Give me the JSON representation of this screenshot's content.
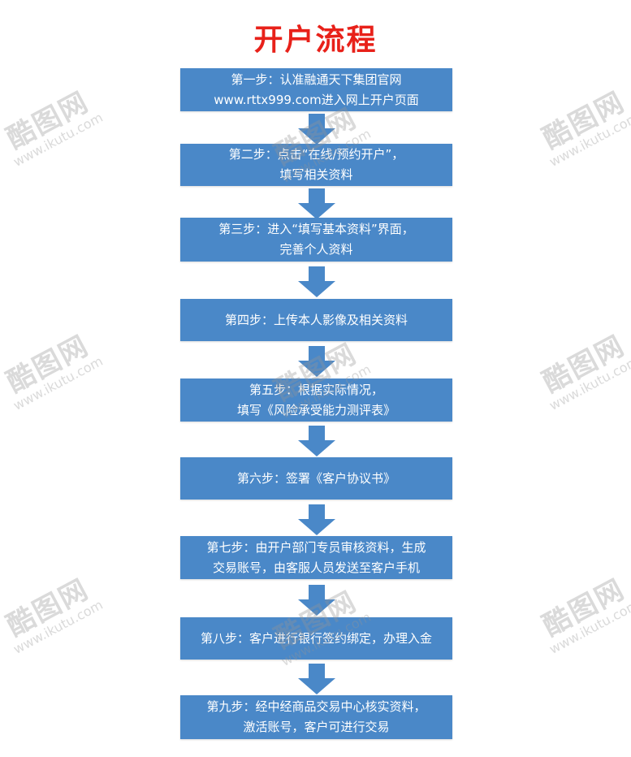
{
  "title": "开户流程",
  "steps": [
    {
      "line1": "第一步：认准融通天下集团官网",
      "line2": "www.rttx999.com进入网上开户页面"
    },
    {
      "line1": "第二步：点击“在线/预约开户”，",
      "line2": "填写相关资料"
    },
    {
      "line1": "第三步：进入“填写基本资料”界面，",
      "line2": "完善个人资料"
    },
    {
      "line1": "第四步：上传本人影像及相关资料",
      "line2": ""
    },
    {
      "line1": "第五步：根据实际情况，",
      "line2": "填写《风险承受能力测评表》"
    },
    {
      "line1": "第六步：签署《客户协议书》",
      "line2": ""
    },
    {
      "line1": "第七步：由开户部门专员审核资料，生成",
      "line2": "交易账号，由客服人员发送至客户手机"
    },
    {
      "line1": "第八步：客户进行银行签约绑定，办理入金",
      "line2": ""
    },
    {
      "line1": "第九步：经中经商品交易中心核实资料，",
      "line2": "激活账号，客户可进行交易"
    }
  ],
  "watermark": {
    "name": "酷图网",
    "url": "www.ikutu.com"
  },
  "colors": {
    "box": "#4a88c8",
    "title": "#e8211a",
    "arrow": "#4a88c8"
  }
}
